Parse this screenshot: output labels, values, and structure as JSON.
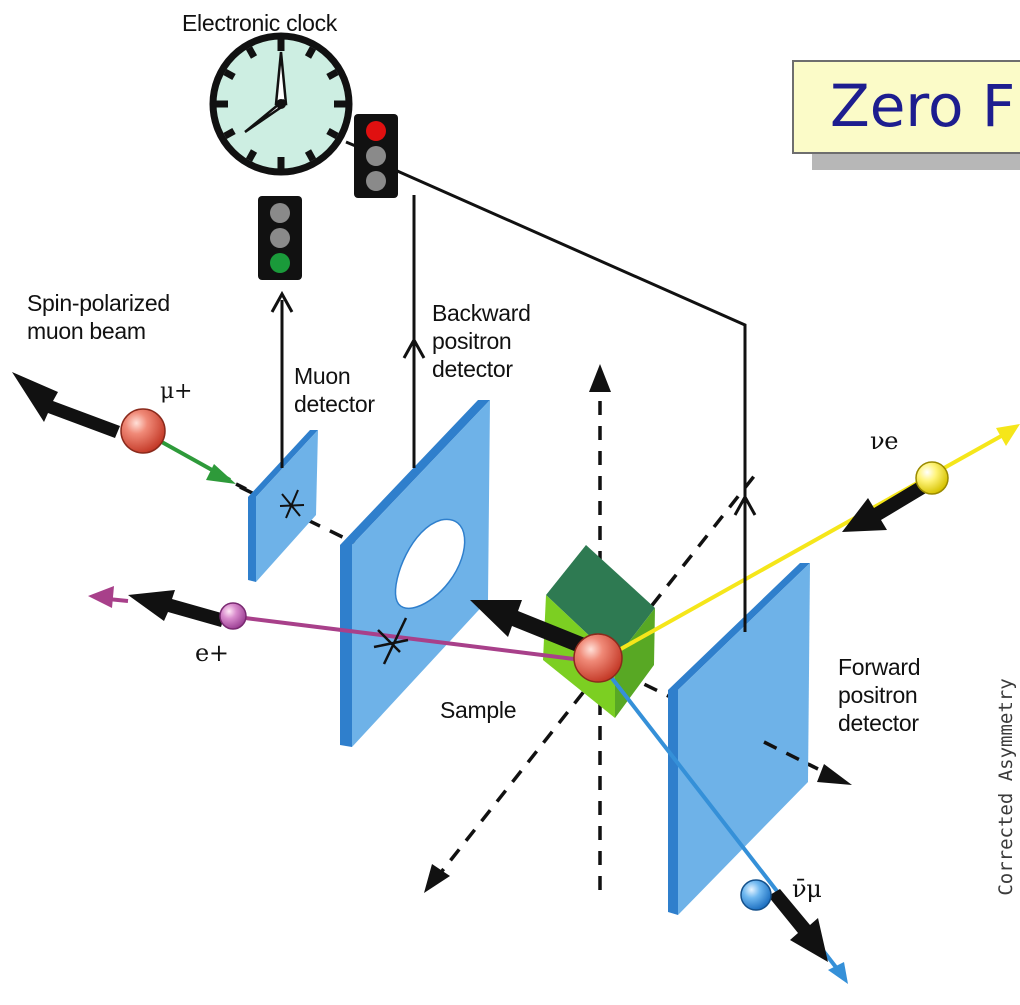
{
  "labels": {
    "electronic_clock": "Electronic clock",
    "beam_line1": "Spin-polarized",
    "beam_line2": "muon beam",
    "muon_detector_line1": "Muon",
    "muon_detector_line2": "detector",
    "backward_line1": "Backward",
    "backward_line2": "positron",
    "backward_line3": "detector",
    "forward_line1": "Forward",
    "forward_line2": "positron",
    "forward_line3": "detector",
    "sample": "Sample"
  },
  "particles": {
    "muon": "μ+",
    "positron": "e+",
    "electron_neutrino": "νe",
    "muon_antineutrino": "ν̄μ"
  },
  "title_fragment": "Zero F",
  "side_axis_text": "Corrected Asymmetry",
  "colors": {
    "detector": "#6eb2e8",
    "detector_edge": "#2f7fcc",
    "clock_face": "#cdeee2",
    "title_bg": "#fbfbc8",
    "title_text": "#1d1d8f",
    "sample_dark": "#2e7a52",
    "sample_light": "#7ccf22",
    "muon_track": "#2e9a3a",
    "positron_track": "#a8408a",
    "neutrino_e_track": "#f5e61a",
    "antineutrino_track": "#3590d8",
    "signal_red": "#e01010",
    "signal_green": "#1a9a3a"
  },
  "icons": [
    "clock-icon",
    "traffic-light-icon",
    "detector-plate-icon",
    "sample-cube-icon",
    "particle-sphere-icon"
  ]
}
